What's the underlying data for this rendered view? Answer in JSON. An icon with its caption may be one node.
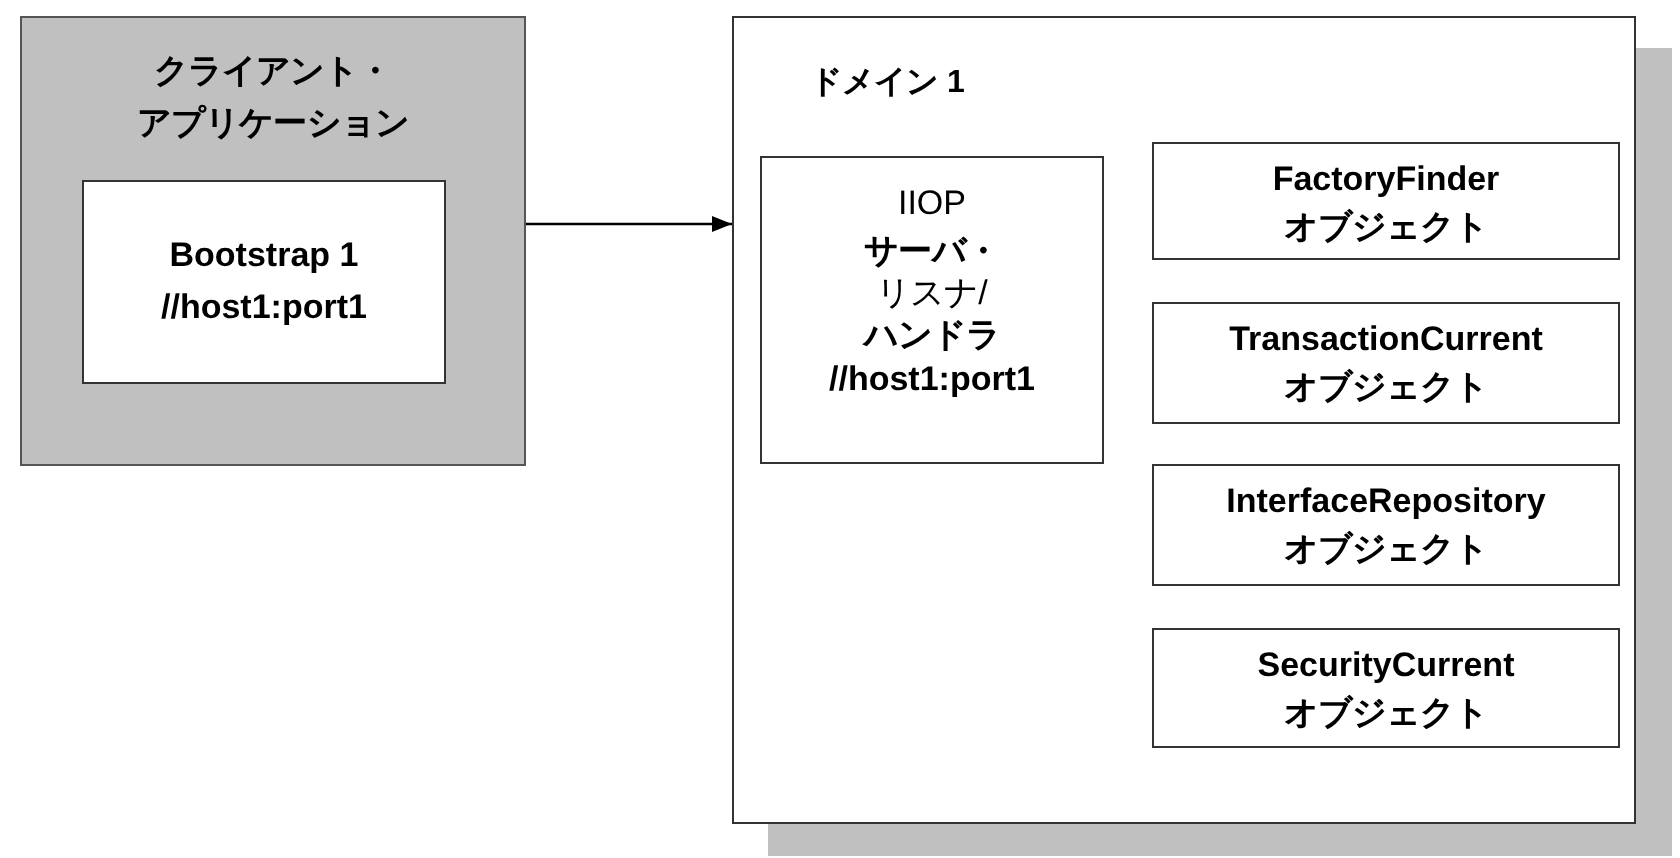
{
  "diagram": {
    "nodes": [
      {
        "text": [
          "クライアント・アプリケーション"
        ]
      },
      {
        "text": [
          "Bootstrap 1 //host1:port1"
        ],
        "in": 0
      },
      {
        "text": [
          "ドメイン 1"
        ]
      },
      {
        "text": [
          "IIOP",
          "**サーバ・**リスナ/**ハンドラ**",
          "//host1:port1"
        ],
        "in": 2
      },
      {
        "text": [
          "FactoryFinder オブジェクト"
        ],
        "in": 2
      },
      {
        "text": [
          "TransactionCurrent オブジェクト"
        ],
        "in": 2
      },
      {
        "text": [
          "InterfaceRepository オブジェクト"
        ],
        "in": 2
      },
      {
        "text": [
          "SecurityCurrent オブジェクト"
        ],
        "in": 2
      }
    ],
    "edges": [
      {
        "from": 0,
        "to": 2,
        "arrow": "to"
      }
    ]
  }
}
